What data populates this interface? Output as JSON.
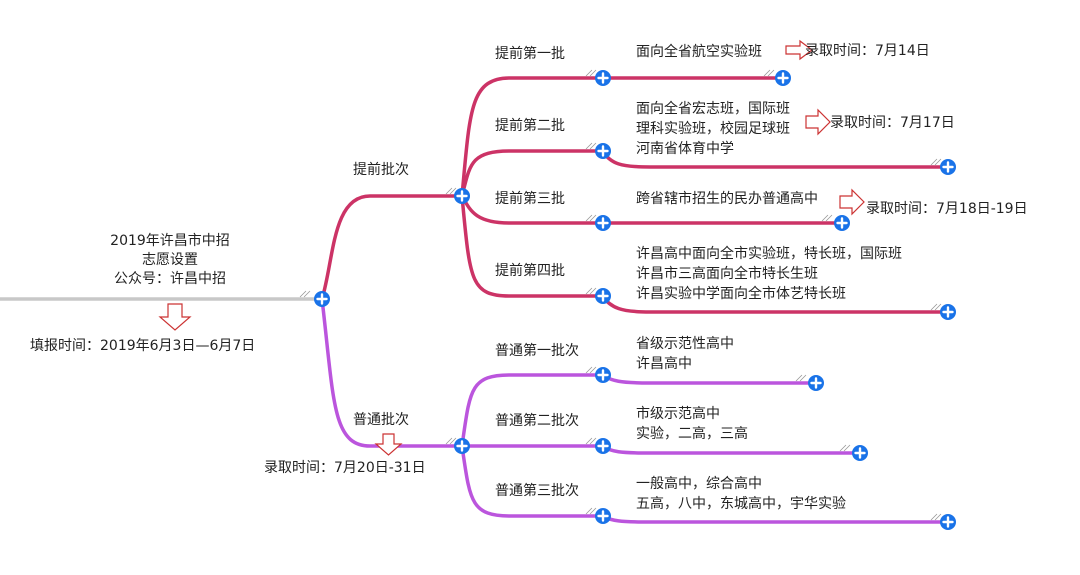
{
  "root": {
    "title_line1": "2019年许昌市中招",
    "title_line2": "志愿设置",
    "title_line3": "公众号：许昌中招",
    "fill_time": "填报时间：2019年6月3日—6月7日"
  },
  "branches": [
    {
      "label": "提前批次",
      "color": "#cc3366",
      "children": [
        {
          "label": "提前第一批",
          "lines": [
            "面向全省航空实验班"
          ],
          "admission": "录取时间：7月14日"
        },
        {
          "label": "提前第二批",
          "lines": [
            "面向全省宏志班，国际班",
            "理科实验班，校园足球班",
            "河南省体育中学"
          ],
          "admission": "录取时间：7月17日"
        },
        {
          "label": "提前第三批",
          "lines": [
            "跨省辖市招生的民办普通高中"
          ],
          "admission": "录取时间：7月18日-19日"
        },
        {
          "label": "提前第四批",
          "lines": [
            "许昌高中面向全市实验班，特长班，国际班",
            "许昌市三高面向全市特长生班",
            "许昌实验中学面向全市体艺特长班"
          ]
        }
      ]
    },
    {
      "label": "普通批次",
      "color": "#bb55dd",
      "admission": "录取时间：7月20日-31日",
      "children": [
        {
          "label": "普通第一批次",
          "lines": [
            "省级示范性高中",
            "许昌高中"
          ]
        },
        {
          "label": "普通第二批次",
          "lines": [
            "市级示范高中",
            "实验，二高，三高"
          ]
        },
        {
          "label": "普通第三批次",
          "lines": [
            "一般高中，综合高中",
            "五高，八中，东城高中，宇华实验"
          ]
        }
      ]
    }
  ],
  "colors": {
    "trunk": "#c8c8c8",
    "node": "#1a73e8",
    "arrow": "#cc3333"
  },
  "icons": {
    "expand": "plus-circle-icon",
    "arrow": "hollow-arrow-icon"
  }
}
